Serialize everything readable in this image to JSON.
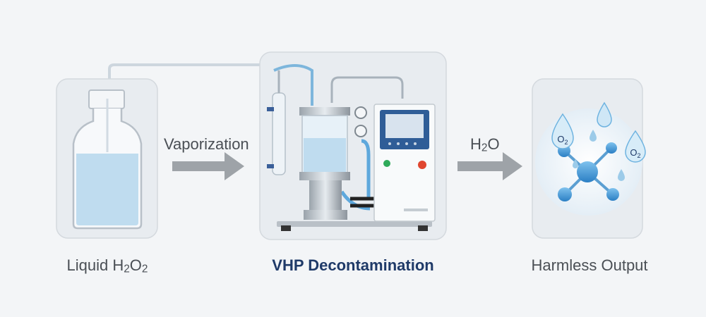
{
  "stages": {
    "left": {
      "label_main": "Liquid H",
      "label_sub1": "2",
      "label_mid": "O",
      "label_sub2": "2"
    },
    "center": {
      "label": "VHP Decontamination"
    },
    "right": {
      "label": "Harmless Output"
    }
  },
  "flows": {
    "vaporization": {
      "label": "Vaporization"
    },
    "output": {
      "label_main": "H",
      "label_sub": "2",
      "label_end": "O"
    }
  },
  "molecule_labels": {
    "o2_left": {
      "main": "O",
      "sub": "2"
    },
    "o2_right": {
      "main": "O",
      "sub": "2"
    }
  },
  "colors": {
    "panel_fill": "#e8ecf0",
    "panel_stroke": "#c9cfd6",
    "liquid": "#bfdcef",
    "arrow": "#9ea3a8",
    "title_accent": "#1f3a68",
    "control_panel": "#2f5d97",
    "button_green": "#2faa5a",
    "button_red": "#e0462f"
  },
  "icons": {
    "bottle": "reagent-bottle-icon",
    "machine": "vhp-generator-icon",
    "molecule": "molecule-icon",
    "droplet": "water-droplet-icon"
  }
}
